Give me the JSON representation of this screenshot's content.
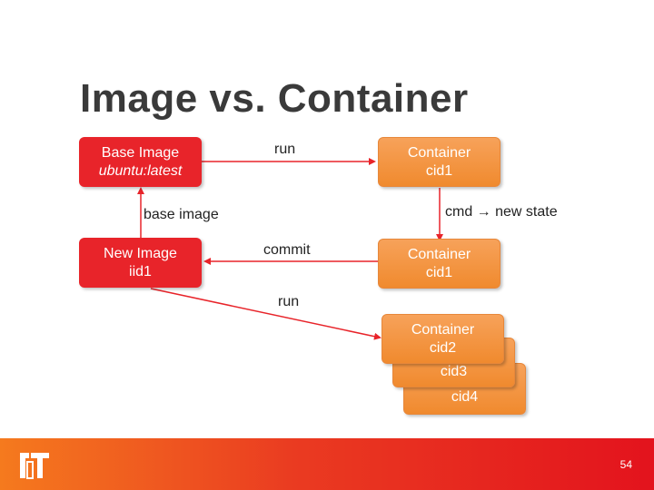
{
  "slide": {
    "title": "Image vs. Container",
    "page_number": "54"
  },
  "boxes": {
    "base_image": {
      "line1": "Base Image",
      "line2": "ubuntu:latest"
    },
    "new_image": {
      "line1": "New Image",
      "line2": "iid1"
    },
    "container_top": {
      "line1": "Container",
      "line2": "cid1"
    },
    "container_mid": {
      "line1": "Container",
      "line2": "cid1"
    },
    "container_cid2": {
      "line1": "Container",
      "line2": "cid2"
    },
    "container_cid3": {
      "line1": "cid3"
    },
    "container_cid4": {
      "line1": "cid4"
    }
  },
  "labels": {
    "run_top": "run",
    "base_image": "base image",
    "cmd_new_state": "cmd → new state",
    "commit": "commit",
    "run_bottom": "run"
  },
  "colors": {
    "image_red": "#e8242a",
    "container_orange": "#f39445",
    "arrow": "#e8242a"
  }
}
